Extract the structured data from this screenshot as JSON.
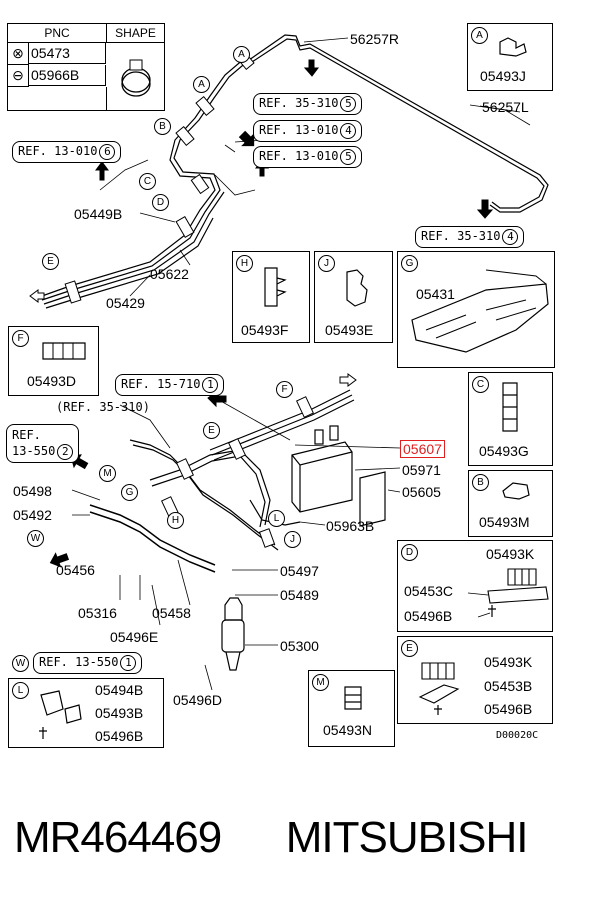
{
  "pnc_table": {
    "header_pnc": "PNC",
    "header_shape": "SHAPE",
    "row1": {
      "symbol": "⊗",
      "pnc": "05473"
    },
    "row2": {
      "symbol": "⊖",
      "pnc": "05966B"
    }
  },
  "refs": {
    "r1": {
      "text": "REF. 35-310",
      "num": "5"
    },
    "r2": {
      "text": "REF. 13-010",
      "num": "4"
    },
    "r3": {
      "text": "REF. 13-010",
      "num": "5"
    },
    "r4": {
      "text": "REF. 13-010",
      "num": "6"
    },
    "r5": {
      "text": "REF. 35-310",
      "num": "4"
    },
    "r6": {
      "text": "REF. 15-710",
      "num": "1"
    },
    "r7": "(REF. 35-310)",
    "r8_line1": "REF.",
    "r8_line2": "13-550",
    "r8_num": "2",
    "r9": {
      "text": "REF. 13-550",
      "num": "1"
    }
  },
  "parts": {
    "p56257R": "56257R",
    "p56257L": "56257L",
    "p05449B": "05449B",
    "p05622": "05622",
    "p05429": "05429",
    "p05431": "05431",
    "p05607": "05607",
    "p05971": "05971",
    "p05605": "05605",
    "p05963B": "05963B",
    "p05498": "05498",
    "p05492": "05492",
    "p05456": "05456",
    "p05316": "05316",
    "p05458": "05458",
    "p05496E": "05496E",
    "p05497": "05497",
    "p05489": "05489",
    "p05300": "05300",
    "p05496D": "05496D"
  },
  "insets": {
    "A": {
      "letter": "A",
      "part": "05493J"
    },
    "H": {
      "letter": "H",
      "part": "05493F"
    },
    "J": {
      "letter": "J",
      "part": "05493E"
    },
    "G": {
      "letter": "G",
      "part": "05431"
    },
    "F": {
      "letter": "F",
      "part": "05493D"
    },
    "C": {
      "letter": "C",
      "part": "05493G"
    },
    "B": {
      "letter": "B",
      "part": "05493M"
    },
    "D": {
      "letter": "D",
      "parts": [
        "05493K",
        "05453C",
        "05496B"
      ]
    },
    "E": {
      "letter": "E",
      "parts": [
        "05493K",
        "05453B",
        "05496B"
      ]
    },
    "M": {
      "letter": "M",
      "part": "05493N"
    },
    "L": {
      "letter": "L",
      "parts": [
        "05494B",
        "05493B",
        "05496B"
      ]
    }
  },
  "callouts": [
    "A",
    "A",
    "B",
    "C",
    "D",
    "E",
    "F",
    "E",
    "G",
    "H",
    "M",
    "L",
    "J",
    "W"
  ],
  "w_letter": "W",
  "drawing_code": "D00020C",
  "footer": {
    "part_number": "MR464469",
    "brand": "MITSUBISHI"
  },
  "colors": {
    "highlight": "#e02020",
    "ink": "#000000"
  }
}
